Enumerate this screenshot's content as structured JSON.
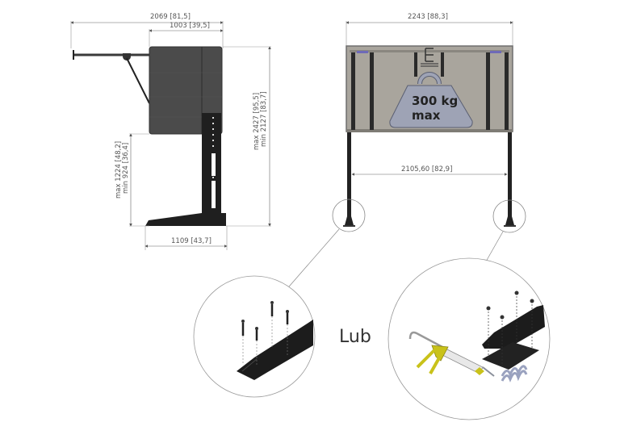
{
  "side_view": {
    "overall_width": "2069 [81,5]",
    "screen_depth": "1003 [39,5]",
    "total_height": "max 2427 [95,5]",
    "total_height_min": "min 2127 [83,7]",
    "stand_height": "max 1224 [48,2]",
    "stand_height_min": "min 924 [36,4]",
    "base_depth": "1109 [43,7]"
  },
  "front_view": {
    "overall_width": "2243 [88,3]",
    "leg_spacing": "2105,60 [82,9]",
    "load_label_line1": "300 kg",
    "load_label_line2": "max"
  },
  "detail": {
    "label": "Lub"
  },
  "colors": {
    "dim_line": "#777777",
    "screen_side": "#4a4a4a",
    "frame_bg": "#a8a49c",
    "leg": "#222222",
    "weight": "#9ea3b5",
    "gun_yellow": "#c9c21a",
    "bead": "#9aa2bf"
  }
}
